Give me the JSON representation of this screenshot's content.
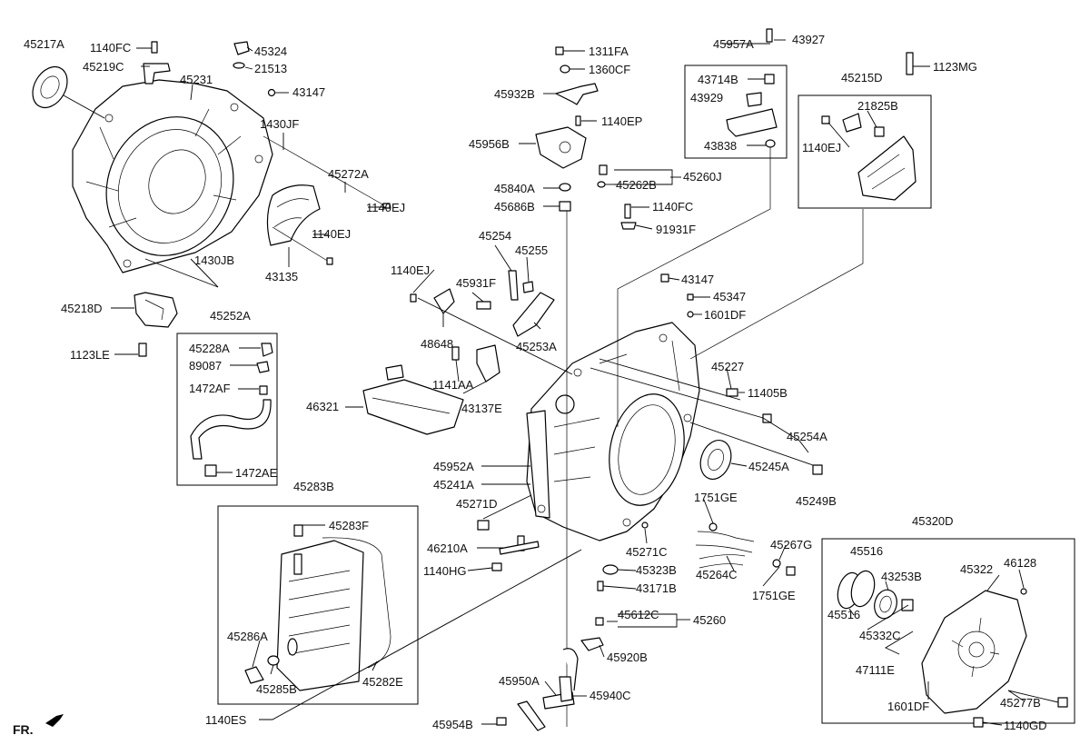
{
  "diagram": {
    "labels": {
      "l45217A": "45217A",
      "l1140FC_a": "1140FC",
      "l45219C": "45219C",
      "l45324": "45324",
      "l21513": "21513",
      "l45231": "45231",
      "l43147_a": "43147",
      "l1430JF": "1430JF",
      "l45272A": "45272A",
      "l1140EJ_a": "1140EJ",
      "l1140EJ_b": "1140EJ",
      "l43135": "43135",
      "l1430JB": "1430JB",
      "l45218D": "45218D",
      "l1123LE": "1123LE",
      "l45252A": "45252A",
      "l45228A": "45228A",
      "l89087": "89087",
      "l1472AF": "1472AF",
      "l1472AE": "1472AE",
      "l45283B": "45283B",
      "l45283F": "45283F",
      "l45286A": "45286A",
      "l45285B": "45285B",
      "l45282E": "45282E",
      "l1140ES": "1140ES",
      "l1311FA": "1311FA",
      "l1360CF": "1360CF",
      "l45932B": "45932B",
      "l1140EP": "1140EP",
      "l45956B": "45956B",
      "l45840A": "45840A",
      "l45686B": "45686B",
      "l45254": "45254",
      "l45255": "45255",
      "l1140EJ_c": "1140EJ",
      "l45931F": "45931F",
      "l48648": "48648",
      "l45253A": "45253A",
      "l1141AA": "1141AA",
      "l43137E": "43137E",
      "l46321": "46321",
      "l45952A": "45952A",
      "l45241A": "45241A",
      "l45271D": "45271D",
      "l46210A": "46210A",
      "l1140HG": "1140HG",
      "l45957A": "45957A",
      "l43927": "43927",
      "l43714B": "43714B",
      "l43929": "43929",
      "l43838": "43838",
      "l45262B": "45262B",
      "l45260J": "45260J",
      "l1140FC_b": "1140FC",
      "l91931F": "91931F",
      "l43147_b": "43147",
      "l45347": "45347",
      "l1601DF_a": "1601DF",
      "l45227": "45227",
      "l11405B": "11405B",
      "l45254A": "45254A",
      "l45245A": "45245A",
      "l45249B": "45249B",
      "l1751GE_a": "1751GE",
      "l45271C": "45271C",
      "l45267G": "45267G",
      "l45323B": "45323B",
      "l45264C": "45264C",
      "l1751GE_b": "1751GE",
      "l43171B": "43171B",
      "l45612C": "45612C",
      "l45260": "45260",
      "l45920B": "45920B",
      "l45950A": "45950A",
      "l45940C": "45940C",
      "l45954B": "45954B",
      "l1123MG": "1123MG",
      "l45215D": "45215D",
      "l21825B": "21825B",
      "l1140EJ_d": "1140EJ",
      "l45320D": "45320D",
      "l45516_a": "45516",
      "l46128": "46128",
      "l43253B": "43253B",
      "l45322": "45322",
      "l45516_b": "45516",
      "l45332C": "45332C",
      "l47111E": "47111E",
      "l1601DF_b": "1601DF",
      "l45277B": "45277B",
      "l1140GD": "1140GD",
      "fr": "FR."
    }
  }
}
